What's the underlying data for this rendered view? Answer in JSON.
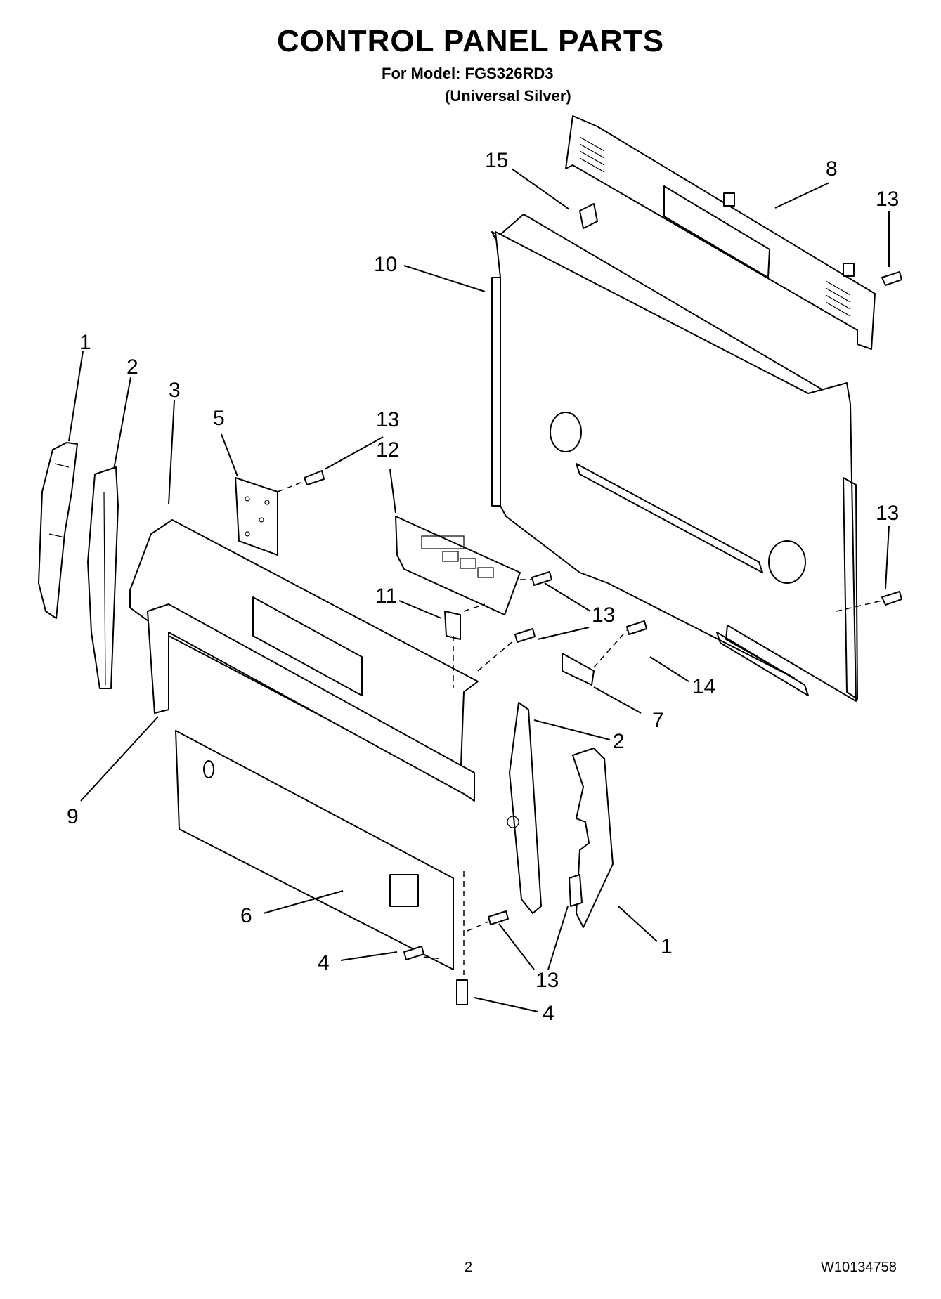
{
  "header": {
    "title": "CONTROL PANEL PARTS",
    "model_line": "For Model: FGS326RD3",
    "variant": "(Universal Silver)"
  },
  "callouts": [
    "1",
    "2",
    "3",
    "5",
    "13",
    "12",
    "15",
    "8",
    "13",
    "10",
    "13",
    "11",
    "13",
    "13",
    "14",
    "7",
    "2",
    "9",
    "6",
    "4",
    "13",
    "4",
    "1"
  ],
  "footer": {
    "page_number": "2",
    "document_id": "W10134758"
  }
}
